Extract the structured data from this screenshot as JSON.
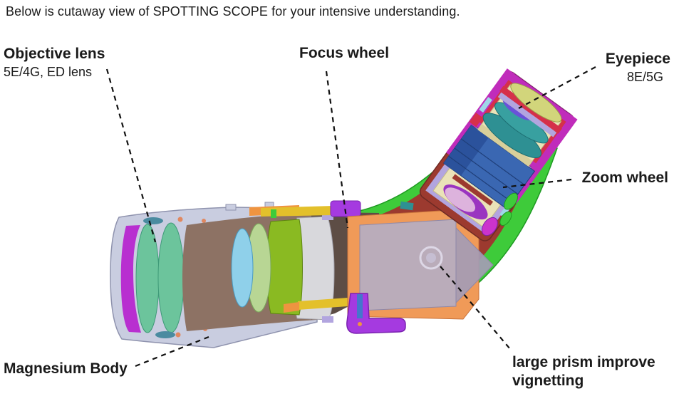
{
  "title": "Below is cutaway view of SPOTTING SCOPE for your intensive understanding.",
  "labels": {
    "objective": {
      "name": "Objective lens",
      "spec": "5E/4G, ED lens"
    },
    "focus": {
      "name": "Focus wheel"
    },
    "eyepiece": {
      "name": "Eyepiece",
      "spec": "8E/5G"
    },
    "zoom": {
      "name": "Zoom wheel"
    },
    "prism": {
      "line1": "large prism improve",
      "line2": "vignetting"
    },
    "body": {
      "name": "Magnesium Body"
    }
  },
  "colors": {
    "text": "#1a1a1a",
    "leader": "#111111",
    "shellGray": "#c9cde0",
    "shellStroke": "#8f93ae",
    "objMagenta": "#b82fd0",
    "lensTeal": "#6cc49c",
    "lensTealStroke": "#3f9a78",
    "lensTealDark": "#4a8ba0",
    "salmon": "#e08860",
    "tubeBrown": "#8d7264",
    "tubeBrownDark": "#5d4d45",
    "lensBlue": "#8fd0ea",
    "lensBlueStroke": "#4a9ac0",
    "lensPaleGreen": "#b8d694",
    "lensPaleGreenStroke": "#7aa85a",
    "focusGreen": "#8aba22",
    "focusGreenStroke": "#5d8410",
    "drumSilver": "#d8d8dc",
    "drumSilverStroke": "#a2a2ac",
    "stripYellow": "#e3c02b",
    "stripOrange": "#ef9440",
    "knobPurple": "#a53ae0",
    "knobPurpleStroke": "#7a22b0",
    "casingGreen": "#3ecb3a",
    "casingGreenStroke": "#1e9a22",
    "interiorMaroon": "#9c3a2f",
    "prismOrange": "#f09a58",
    "prismOrangeStroke": "#c7713a",
    "prismGray": "#b5aec2",
    "prismGrayDark": "#a49cb5",
    "prismStroke": "#8f88a8",
    "eyeMagenta": "#c02cbb",
    "eyeMagentaStroke": "#8a1f86",
    "liningRed": "#d5304a",
    "lavender": "#b2a5df",
    "cream": "#eae3b8",
    "creamStroke": "#c5bd85",
    "creamDark": "#d8cf9a",
    "zoomBlue": "#3a67b2",
    "zoomBlueDark": "#2b529c",
    "zoomBlueStroke": "#1f3e78",
    "eyeTeal": "#2e9093",
    "eyeTealLight": "#38a0a0",
    "eyeTealStroke": "#1d6e72",
    "eyeKhaki": "#d2d57b",
    "eyeKhakiStroke": "#9a9c4a",
    "lensViolet": "#6a52d8",
    "lensPurple": "#9a35c0",
    "pinkHighlight": "#e9c9e2",
    "footBlue": "#4477cc",
    "cyanSliver": "#9fd8e8",
    "sideMagenta": "#cc33cc"
  }
}
